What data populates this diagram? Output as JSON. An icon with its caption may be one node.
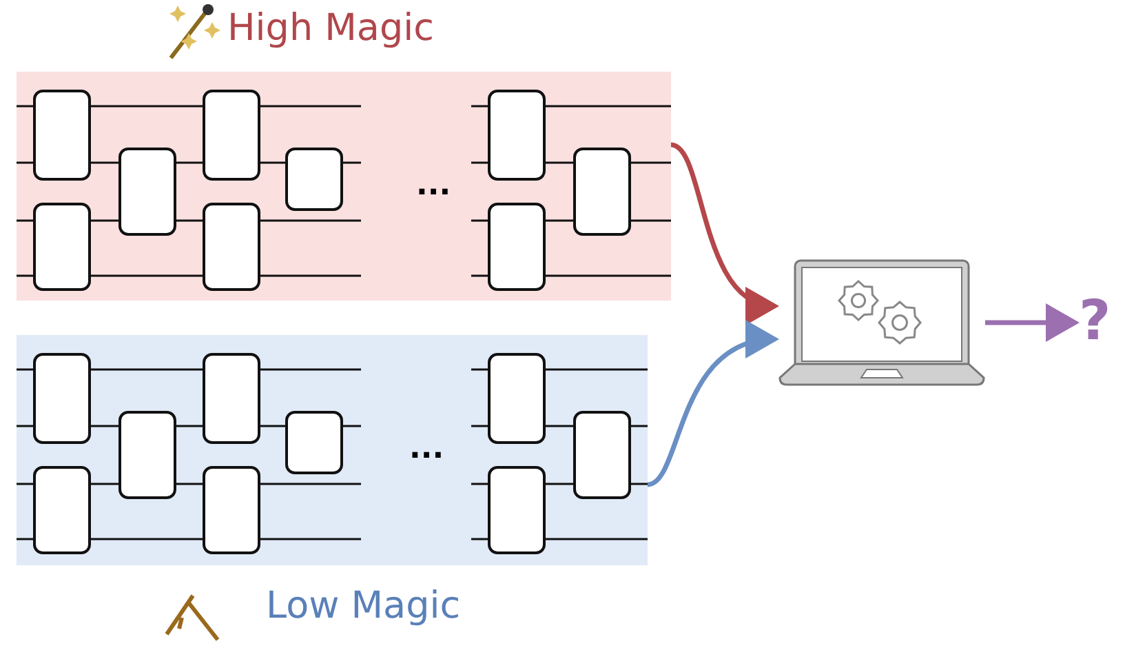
{
  "diagram": {
    "nodes": [
      {
        "text": [
          "High Magic"
        ]
      },
      {
        "text": [
          "Low Magic"
        ]
      },
      {
        "text": [],
        "shape": "picture"
      },
      {
        "text": [
          "?"
        ]
      }
    ],
    "edges": [
      {
        "from": 0,
        "to": 2,
        "arrow": "to",
        "color": "#b5474a"
      },
      {
        "from": 1,
        "to": 2,
        "arrow": "to",
        "color": "#6a8fc4"
      },
      {
        "from": 2,
        "to": 3,
        "arrow": "to",
        "color": "#9b6fb0"
      }
    ],
    "labels": [
      "...",
      "..."
    ]
  }
}
